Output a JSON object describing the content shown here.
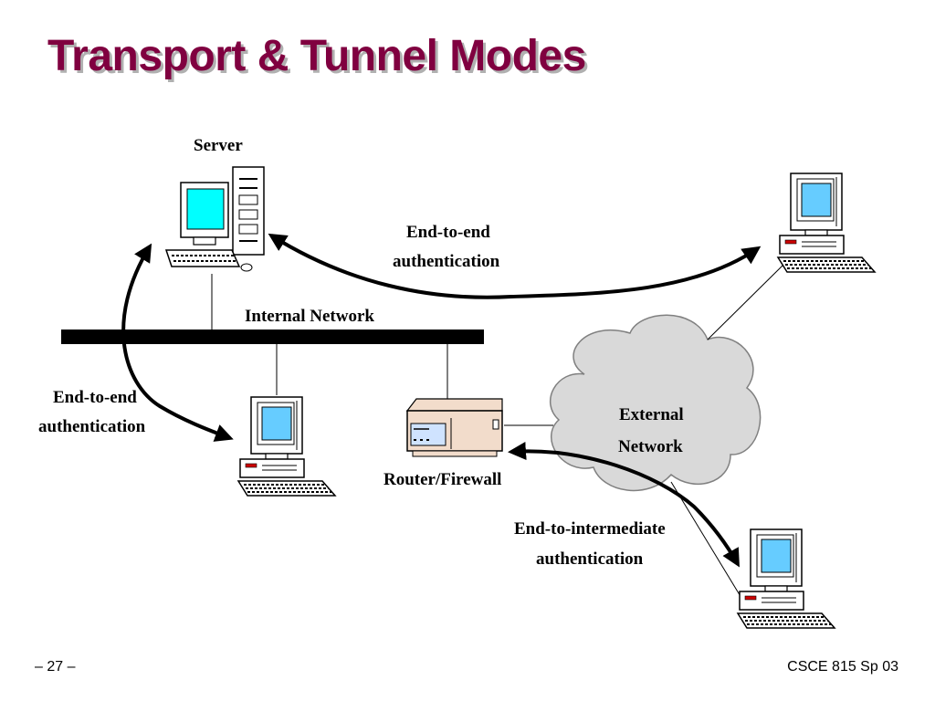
{
  "slide": {
    "title": "Transport & Tunnel Modes",
    "page_number": "– 27 –",
    "course": "CSCE 815 Sp 03"
  },
  "diagram": {
    "nodes": {
      "server": "Server",
      "internal_network": "Internal Network",
      "router": "Router/Firewall",
      "external_network_line1": "External",
      "external_network_line2": "Network"
    },
    "edges": {
      "top_line1": "End-to-end",
      "top_line2": "authentication",
      "left_line1": "End-to-end",
      "left_line2": "authentication",
      "bottom_line1": "End-to-intermediate",
      "bottom_line2": "authentication"
    }
  },
  "colors": {
    "title": "#800040",
    "screen_server": "#00ffff",
    "screen_client": "#66ccff",
    "cloud": "#d9d9d9",
    "router_body": "#f2dccb"
  }
}
